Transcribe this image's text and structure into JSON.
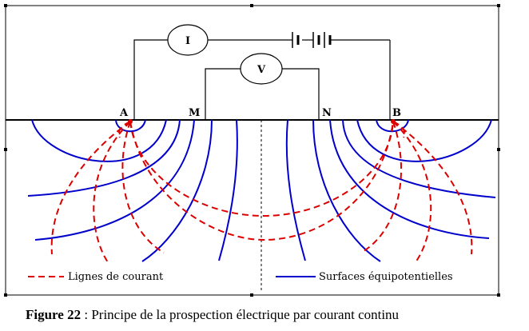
{
  "meters": {
    "current": "I",
    "voltage": "V"
  },
  "electrodes": {
    "a": "A",
    "m": "M",
    "n": "N",
    "b": "B"
  },
  "legend": {
    "current_lines": "Lignes de courant",
    "equipotentials": "Surfaces équipotentielles"
  },
  "caption": {
    "label": "Figure 22",
    "separator": " : ",
    "text": "Principe de la prospection électrique par courant continu"
  },
  "colors": {
    "current_lines": "#dd0000",
    "equipotentials": "#0000cc",
    "wires": "#000000"
  }
}
